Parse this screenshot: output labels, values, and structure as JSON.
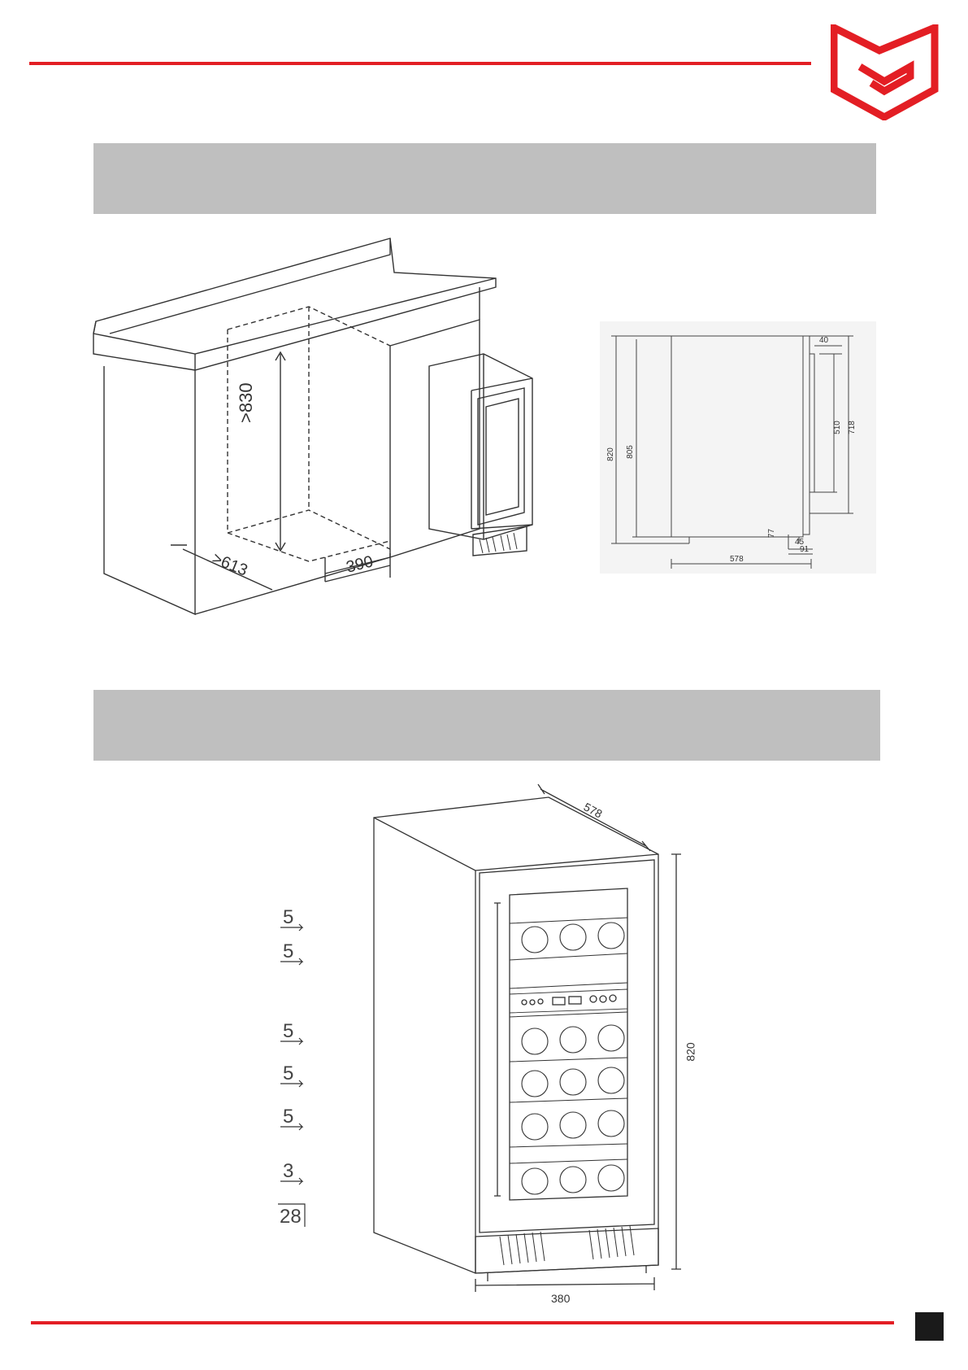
{
  "colors": {
    "accent": "#e31e24",
    "section_bar": "#bfbfbf",
    "line": "#333333"
  },
  "logo": {
    "icon": "brand-shield-logo"
  },
  "installation": {
    "niche_height": ">830",
    "niche_depth": ">613",
    "niche_width": "390"
  },
  "side_view": {
    "overall_height": "820",
    "body_height": "805",
    "door_offset": "40",
    "handle_length": "510",
    "door_height": "718",
    "foot_height": "77",
    "plinth_depth": "45",
    "door_depth": "91",
    "body_depth": "578"
  },
  "front_view": {
    "depth": "578",
    "height": "820",
    "width": "380",
    "shelf_counts": [
      "5",
      "5",
      "5",
      "5",
      "5",
      "3"
    ],
    "total_bottles": "28"
  }
}
